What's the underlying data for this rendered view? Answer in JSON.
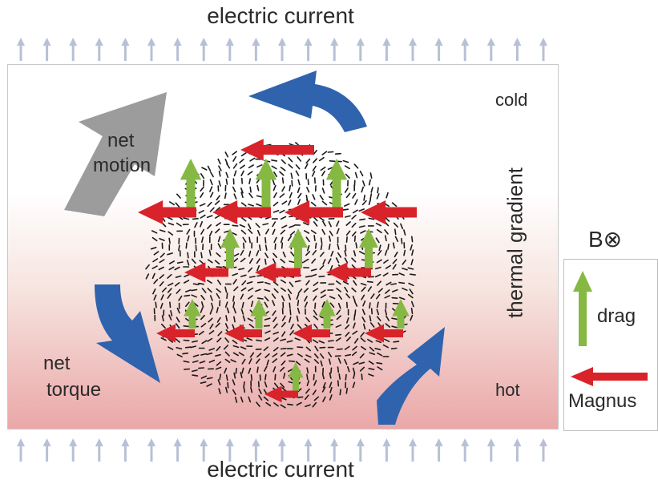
{
  "labels": {
    "top_current": "electric current",
    "bottom_current": "electric current",
    "cold": "cold",
    "hot": "hot",
    "thermal_gradient": "thermal gradient",
    "net_motion_line1": "net",
    "net_motion_line2": "motion",
    "net_torque_line1": "net",
    "net_torque_line2": "torque",
    "field": "B⊗",
    "drag": "drag",
    "magnus": "Magnus"
  },
  "colors": {
    "drag_arrow": "#86b943",
    "magnus_arrow": "#d8232a",
    "torque_arrow": "#2f63ad",
    "motion_arrow": "#9c9c9c",
    "current_arrow": "#b8c0d6",
    "hot_gradient": "#eaa7a8"
  },
  "icons": {
    "field_symbol": "circled-times-icon"
  }
}
